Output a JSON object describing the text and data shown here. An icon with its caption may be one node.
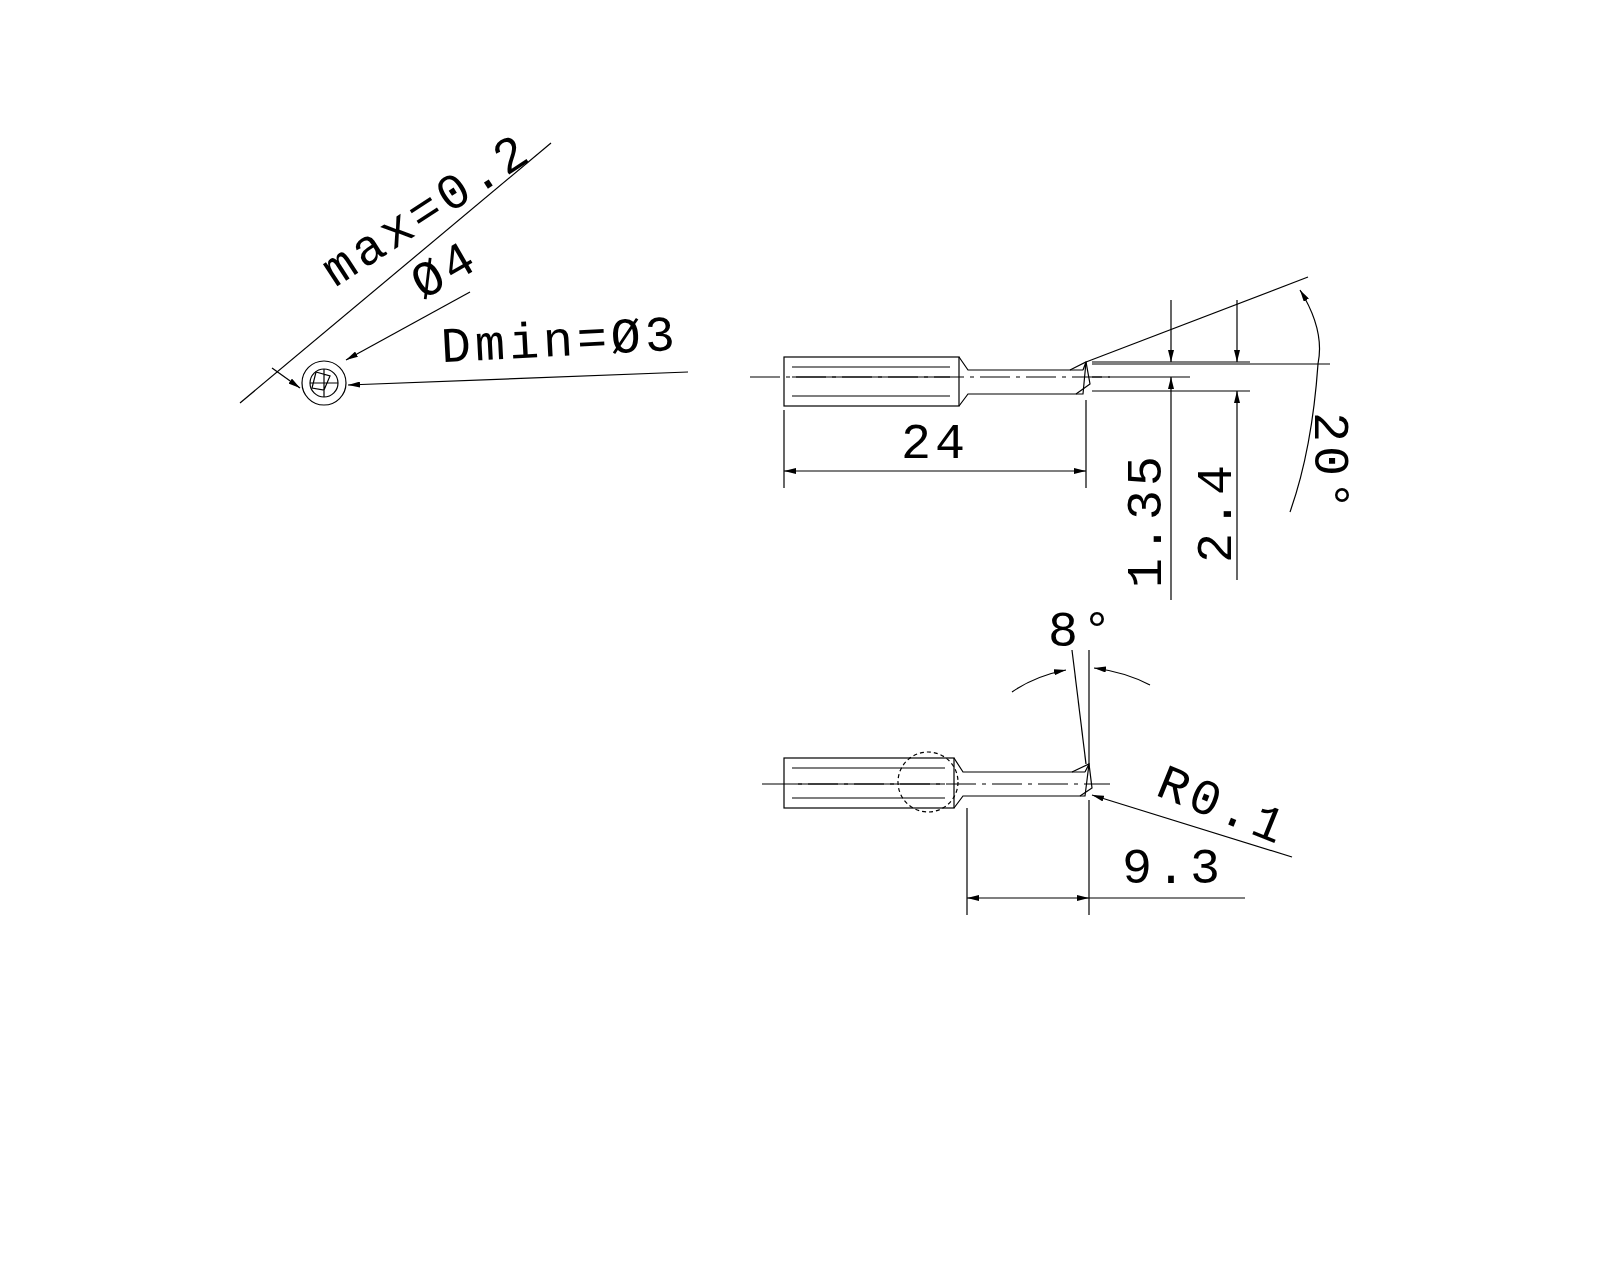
{
  "diagram": {
    "labels": [
      "max=0.2",
      "Ø4",
      "Dmin=Ø3",
      "24",
      "1.35",
      "2.4",
      "20°",
      "8°",
      "R0.1",
      "9.3"
    ]
  }
}
